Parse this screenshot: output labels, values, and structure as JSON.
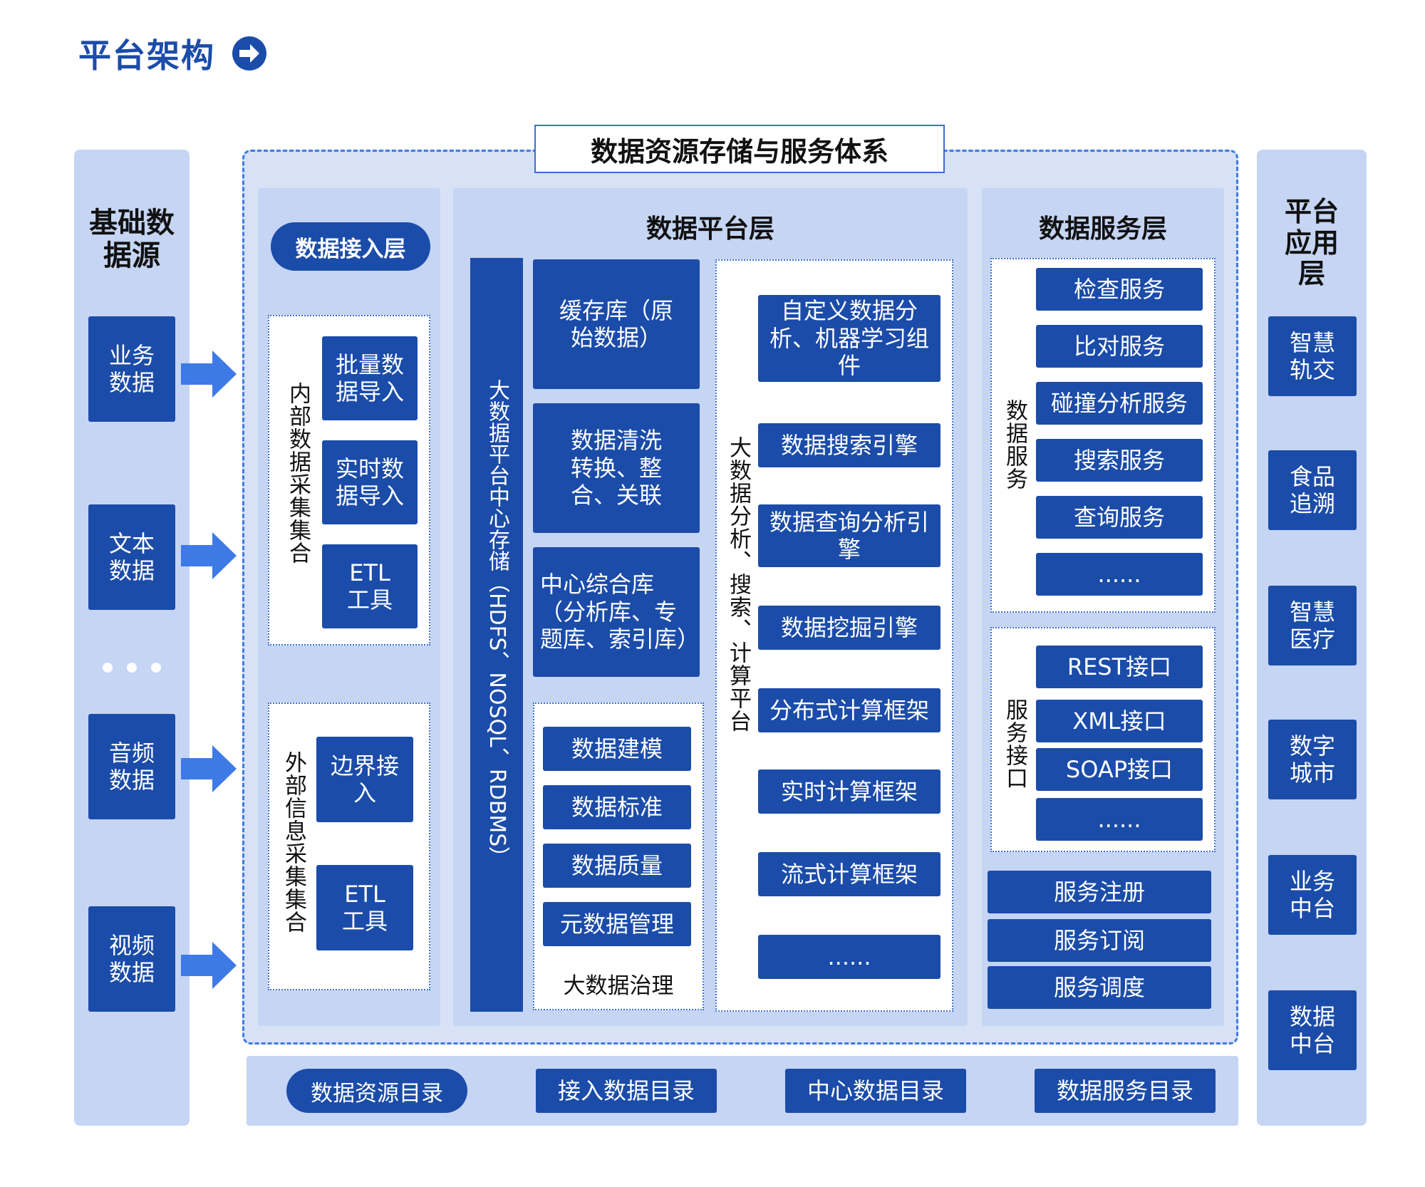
{
  "title": "平台架构",
  "left": {
    "title": "基础数据源",
    "items": [
      "业务数据",
      "文本数据",
      "音频数据",
      "视频数据"
    ]
  },
  "system_title": "数据资源存储与服务体系",
  "access": {
    "title": "数据接入层",
    "internal_label": "内部数据采集集合",
    "internal_items": [
      "批量数据导入",
      "实时数据导入",
      "ETL工具"
    ],
    "external_label": "外部信息采集集合",
    "external_items": [
      "边界接入",
      "ETL工具"
    ]
  },
  "platform": {
    "title": "数据平台层",
    "center_storage": "大数据平台中心存储（HDFS、NOSQL、RDBMS）",
    "stores": [
      "缓存库（原始数据）",
      "数据清洗转换、整合、关联",
      "中心综合库（分析库、专题库、索引库）"
    ],
    "governance_items": [
      "数据建模",
      "数据标准",
      "数据质量",
      "元数据管理"
    ],
    "governance_label": "大数据治理",
    "compute_label": "大数据分析、搜索、计算平台",
    "compute_items": [
      "自定义数据分析、机器学习组件",
      "数据搜索引擎",
      "数据查询分析引擎",
      "数据挖掘引擎",
      "分布式计算框架",
      "实时计算框架",
      "流式计算框架",
      "......"
    ]
  },
  "service": {
    "title": "数据服务层",
    "data_service_label": "数据服务",
    "data_services": [
      "检查服务",
      "比对服务",
      "碰撞分析服务",
      "搜索服务",
      "查询服务",
      "......"
    ],
    "interface_label": "服务接口",
    "interfaces": [
      "REST接口",
      "XML接口",
      "SOAP接口",
      "......"
    ],
    "management": [
      "服务注册",
      "服务订阅",
      "服务调度"
    ]
  },
  "right": {
    "title": "平台应用层",
    "items": [
      "智慧轨交",
      "食品追溯",
      "智慧医疗",
      "数字城市",
      "业务中台",
      "数据中台"
    ]
  },
  "catalogs": [
    "数据资源目录",
    "接入数据目录",
    "中心数据目录",
    "数据服务目录"
  ],
  "colors": {
    "primary": "#1b4ca9",
    "panel": "#c5d5f3",
    "arrow": "#3d7ae6",
    "title": "#1b4ca9"
  }
}
